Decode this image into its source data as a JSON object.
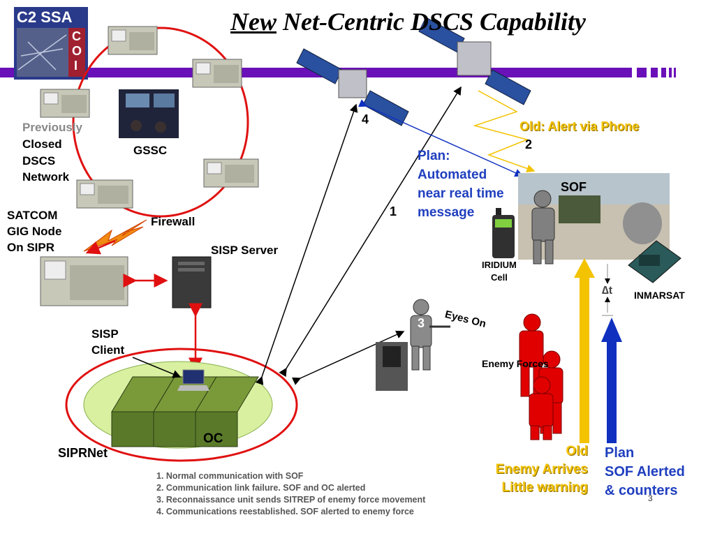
{
  "title": {
    "emphasis": "New",
    "rest": "Net-Centric DSCS Capability"
  },
  "logo": {
    "text_line1": "C2 SSA",
    "text_letters": [
      "C",
      "O",
      "I"
    ]
  },
  "labels": {
    "previously": "Previously",
    "closed": "Closed",
    "dscs": "DSCS",
    "network": "Network",
    "gssc": "GSSC",
    "satcom1": "SATCOM",
    "satcom2": "GIG Node",
    "satcom3": "On SIPR",
    "firewall": "Firewall",
    "sisp_server": "SISP Server",
    "sisp_client1": "SISP",
    "sisp_client2": "Client",
    "oc": "OC",
    "siprnet": "SIPRNet",
    "num1": "1",
    "num2": "2",
    "num3": "3",
    "num4": "4",
    "plan_msg": [
      "Plan:",
      "Automated",
      "near real time",
      "message"
    ],
    "old_alert": "Old: Alert via Phone",
    "sof": "SOF",
    "iridium1": "IRIDIUM",
    "iridium2": "Cell",
    "inmarsat": "INMARSAT",
    "delta_t": "∆t",
    "eyes_on": "Eyes On",
    "enemy_forces": "Enemy Forces",
    "old_bottom": [
      "Old",
      "Enemy Arrives",
      "Little warning"
    ],
    "plan_bottom": [
      "Plan",
      "SOF Alerted",
      "& counters"
    ],
    "page_number": "3"
  },
  "notes": [
    "1. Normal communication with SOF",
    "2. Communication link failure.  SOF and OC alerted",
    "3. Reconnaissance unit sends SITREP of enemy force movement",
    "4. Communications reestablished.  SOF alerted to enemy force"
  ],
  "colors": {
    "purple_bar": "#6a10b8",
    "ring_red": "#e01010",
    "arrow_yellow": "#f3c300",
    "arrow_blue": "#1030c0",
    "siprnet_fill": "#d8f0a0",
    "enemy_red": "#e00000",
    "plan_blue": "#1f3fbf"
  }
}
